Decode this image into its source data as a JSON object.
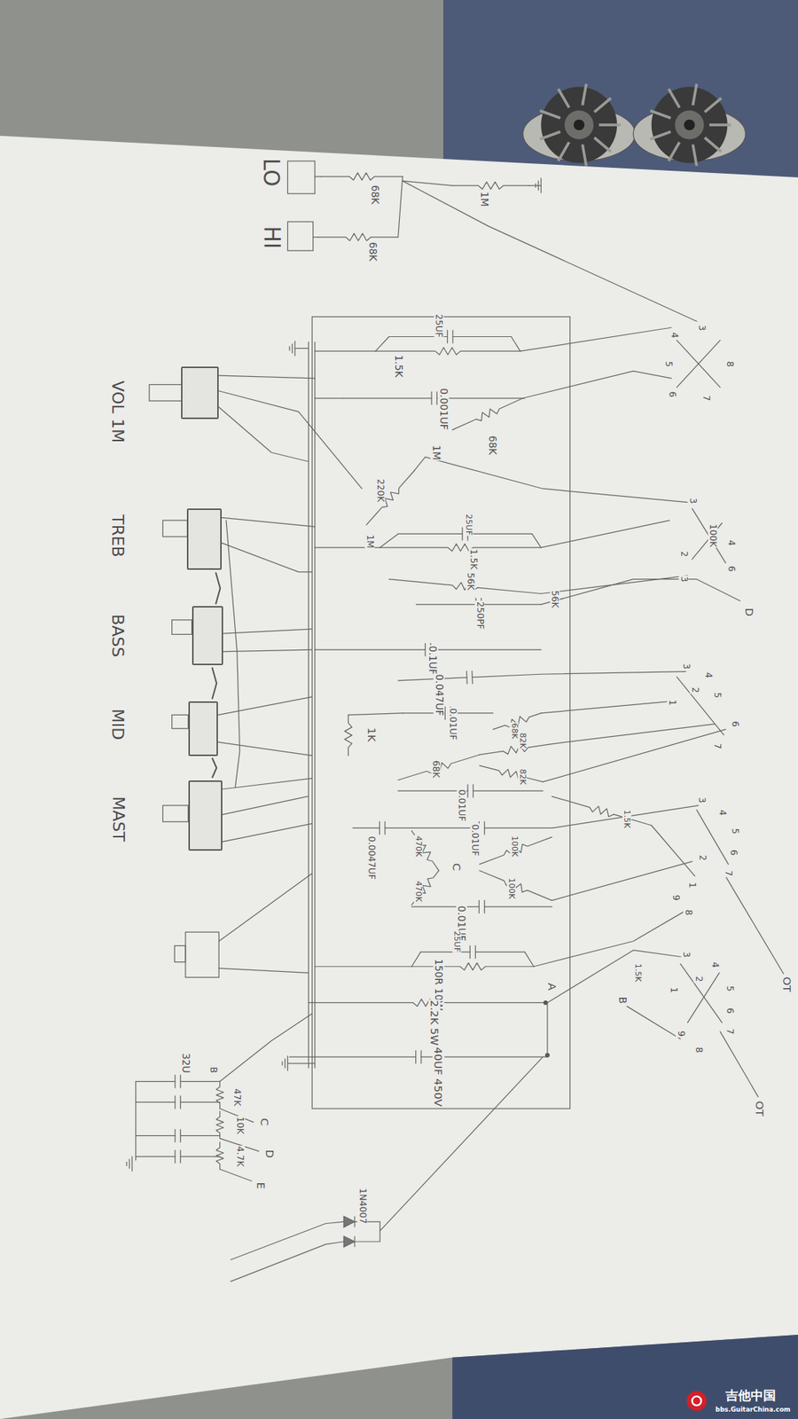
{
  "diagram": {
    "nodes": [
      {
        "text": [
          "VOL 1M"
        ]
      },
      {
        "text": [
          "TREB"
        ]
      },
      {
        "text": [
          "BASS"
        ]
      },
      {
        "text": [
          "MID"
        ]
      },
      {
        "text": [
          "MAST"
        ]
      }
    ],
    "edges": [
      {
        "from": 1,
        "to": 2,
        "arrow": "none"
      },
      {
        "from": 2,
        "to": 3,
        "arrow": "none"
      },
      {
        "from": 3,
        "to": 4,
        "arrow": "none"
      }
    ],
    "labels": [
      "LO",
      "68K",
      "1M",
      "HI",
      "68K",
      "25UF",
      "1.5K",
      "0.001UF",
      "68K",
      "1M",
      "220K",
      "1M",
      "25UF",
      "1.5K",
      "56K",
      "250PF",
      "56K",
      "0.1UF",
      "0.047UF",
      "1K",
      "0.01UF",
      "68K",
      "68K",
      "82K",
      "82K",
      "0.01UF",
      "1.5K",
      "0.0047UF",
      "470K",
      "0.01UF",
      "100K",
      "C",
      "100K",
      "470K",
      "0.01UF",
      "25UF",
      "150R 10W",
      "2.2K 5W",
      "A",
      "40UF 450V",
      "32U",
      "B",
      "47K",
      "10K",
      "4.7K",
      "C",
      "D",
      "E",
      "1N4007",
      "3",
      "4",
      "5",
      "6",
      "7",
      "8",
      "3",
      "100K",
      "4",
      "6",
      "2",
      "3",
      "D",
      "3",
      "2",
      "1",
      "4",
      "5",
      "6",
      "7",
      "3",
      "4",
      "5",
      "6",
      "7",
      "2",
      "1",
      "9",
      "8",
      "OT",
      "1.5K",
      "3",
      "2",
      "1",
      "4",
      "5",
      "6",
      "7",
      "8",
      "9",
      "B",
      "OT",
      "吉他中国",
      "bbs.GuitarChina.com"
    ]
  }
}
